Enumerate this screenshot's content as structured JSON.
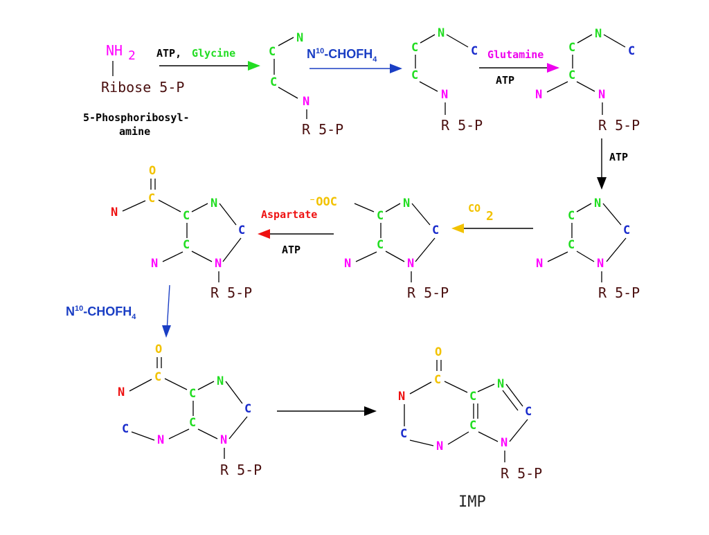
{
  "colors": {
    "nitrogen": "#ff00ff",
    "carbon_glycine": "#22dd22",
    "carbon_formyl": "#1a2ccc",
    "carbon_carboxyl": "#f2c200",
    "oxygen": "#f2c200",
    "nitrogen_aspartate": "#ee1111",
    "ribose": "#4a0f0f",
    "formyl_label": "#1a3ec4",
    "glycine_label": "#22dd22",
    "glutamine_label": "#ee00ee",
    "co2_label": "#f2c200",
    "aspartate_label": "#ee1111"
  },
  "atoms": {
    "N": "N",
    "C": "C",
    "O": "O",
    "NH2": "NH 2",
    "COO": "⁻OOC"
  },
  "start": {
    "nh2": "NH",
    "nh2_sub": "2",
    "ribose": "Ribose 5-P",
    "name_line1": "5-Phosphoribosyl-",
    "name_line2": "amine"
  },
  "ribose_group": "R 5-P",
  "steps": {
    "s1_reagent_a": "ATP,",
    "s1_reagent_b": "Glycine",
    "s2_reagent": "N",
    "s2_sup": "10",
    "s2_rest": "-CHOFH",
    "s2_sub": "4",
    "s3_reagent": "Glutamine",
    "s3_cofactor": "ATP",
    "s4_cofactor": "ATP",
    "s5_reagent": "CO",
    "s5_sub": "2",
    "s6_reagent": "Aspartate",
    "s6_cofactor": "ATP",
    "s7_reagent": "N",
    "s7_sup": "10",
    "s7_rest": "-CHOFH",
    "s7_sub": "4"
  },
  "product": "IMP"
}
